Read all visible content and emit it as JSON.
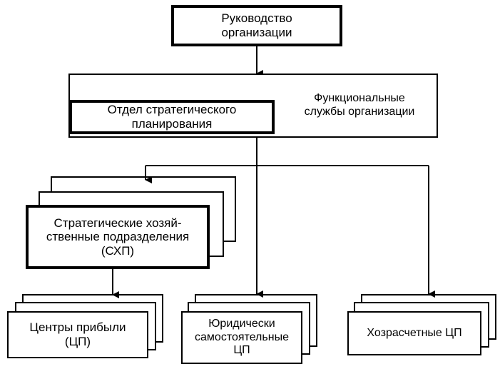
{
  "nodes": {
    "management": "Руководство\nорганизации",
    "functional_services": "Функциональные\nслужбы организации",
    "strategic_planning": "Отдел стратегического\nпланирования",
    "shp": "Стратегические хозяй-\nственные подразделения\n(СХП)",
    "profit_centers": "Центры прибыли\n(ЦП)",
    "legal_independent": "Юридически\nсамостоятельные\nЦП",
    "self_financing": "Хозрасчетные ЦП"
  }
}
